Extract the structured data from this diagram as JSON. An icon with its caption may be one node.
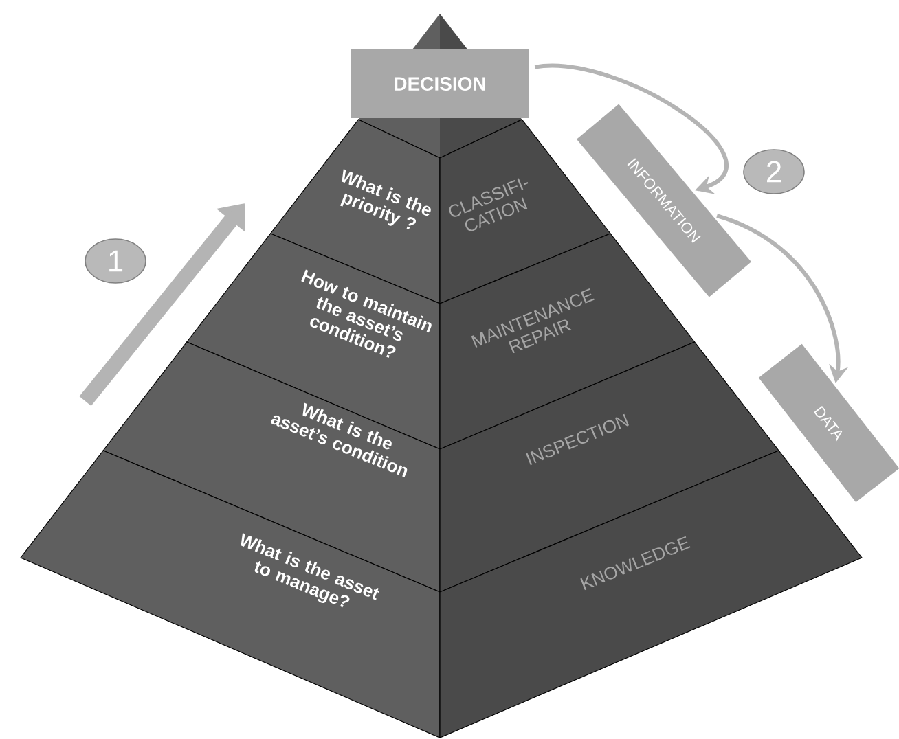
{
  "diagram": {
    "nodes": [
      {
        "text": [
          "DECISION"
        ]
      },
      {
        "text": [
          "What is the priority ?"
        ]
      },
      {
        "text": [
          "CLASSIFI- CATION"
        ]
      },
      {
        "text": [
          "INFORMATION"
        ]
      },
      {
        "text": [
          "2"
        ]
      },
      {
        "text": [
          "1"
        ]
      },
      {
        "text": [
          "How to maintain the asset’s condition?"
        ]
      },
      {
        "text": [
          "MAINTENANCE REPAIR"
        ]
      },
      {
        "text": [
          "DATA"
        ]
      },
      {
        "text": [
          "What is the asset’s condition"
        ]
      },
      {
        "text": [
          "INSPECTION"
        ]
      },
      {
        "text": [
          "What is the asset to manage?"
        ]
      },
      {
        "text": [
          "KNOWLEDGE"
        ]
      }
    ],
    "edges": [
      {
        "from": 0,
        "to": 3,
        "arrow": "to"
      },
      {
        "from": 3,
        "to": 8,
        "arrow": "to"
      }
    ]
  }
}
